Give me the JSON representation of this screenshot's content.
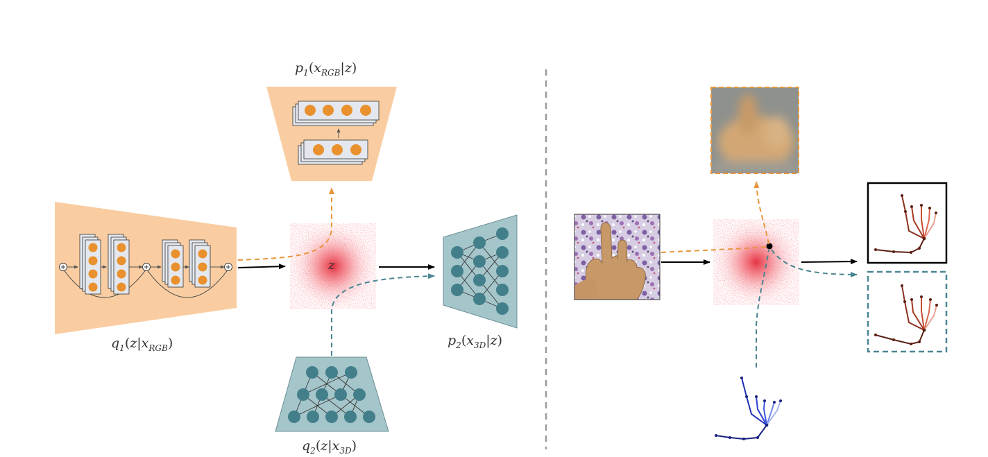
{
  "labels": {
    "p1": {
      "fn": "p",
      "idx": "1",
      "arg": "x",
      "sub": "RGB",
      "cond": "z"
    },
    "q1": {
      "fn": "q",
      "idx": "1",
      "arg": "z",
      "sub": "",
      "cond": "x",
      "condsub": "RGB"
    },
    "p2": {
      "fn": "p",
      "idx": "2",
      "arg": "x",
      "sub": "3D",
      "cond": "z"
    },
    "q2": {
      "fn": "q",
      "idx": "2",
      "arg": "z",
      "sub": "",
      "cond": "x",
      "condsub": "3D"
    },
    "latent": "z"
  },
  "colors": {
    "orange_fill": "#f9cda1",
    "orange_node": "#e8912e",
    "orange_dash": "#e8943a",
    "teal_fill": "#a4c5ca",
    "teal_node": "#437f8b",
    "teal_dash": "#4a8593",
    "latent_red": "#e0192a",
    "separator": "#9a9a9a",
    "hand_blue": "#1f2fb5",
    "hand_red": "#b0402a"
  },
  "icons": [
    "plus-circle-icon",
    "hand-photo-icon",
    "blurry-hand-icon",
    "hand-skeleton-icon"
  ]
}
